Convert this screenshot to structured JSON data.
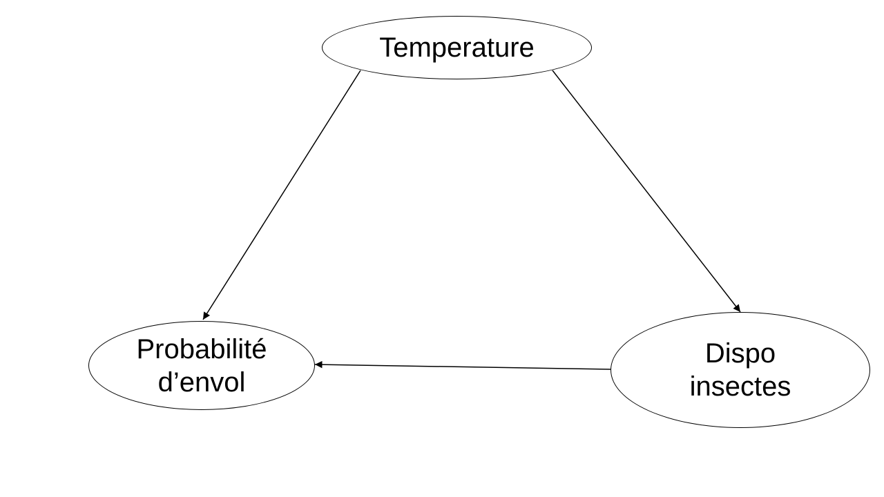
{
  "nodes": {
    "temperature": {
      "lines": [
        "Temperature"
      ]
    },
    "probabilite": {
      "lines": [
        "Probabilité",
        "d’envol"
      ]
    },
    "dispo": {
      "lines": [
        "Dispo",
        "insectes"
      ]
    }
  },
  "edges": [
    {
      "from": "Temperature",
      "to": "Probabilité d’envol"
    },
    {
      "from": "Temperature",
      "to": "Dispo insectes"
    },
    {
      "from": "Dispo insectes",
      "to": "Probabilité d’envol"
    }
  ]
}
